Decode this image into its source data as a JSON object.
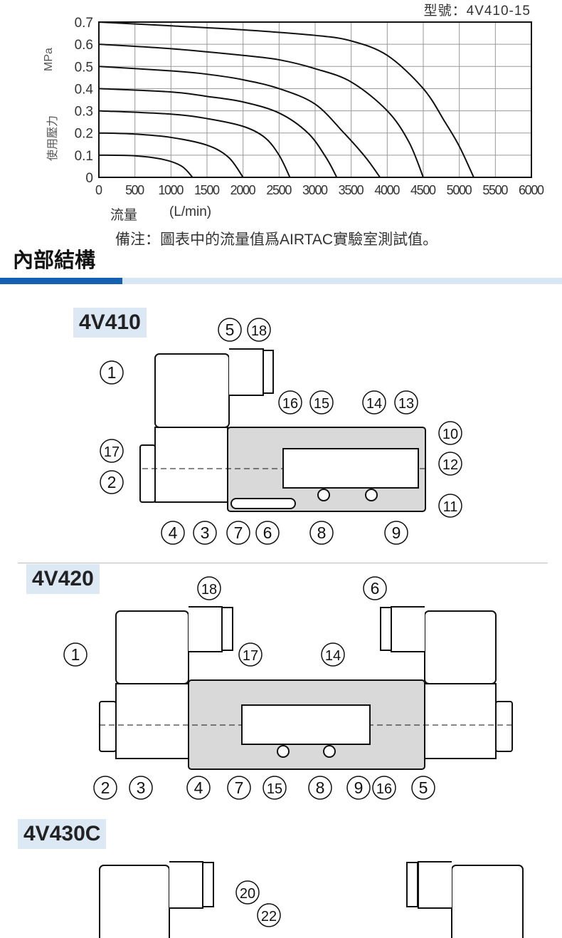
{
  "model_label": "型號：4V410-15",
  "chart_data": {
    "type": "line",
    "title": "型號：4V410-15",
    "xlabel": "流量",
    "xunit": "(L/min)",
    "ylabel_unit": "MPa",
    "ylabel": "使用壓力",
    "xlim": [
      0,
      6000
    ],
    "ylim": [
      0,
      0.7
    ],
    "grid": true,
    "xticks": [
      "0",
      "500",
      "1000",
      "1500",
      "2000",
      "2500",
      "3000",
      "3500",
      "4000",
      "4500",
      "5000",
      "5500",
      "6000"
    ],
    "yticks": [
      "0",
      "0.1",
      "0.2",
      "0.3",
      "0.4",
      "0.5",
      "0.6",
      "0.7"
    ],
    "series": [
      {
        "name": "0.7 MPa",
        "points": [
          [
            0,
            0.7
          ],
          [
            1000,
            0.683
          ],
          [
            2000,
            0.665
          ],
          [
            3000,
            0.64
          ],
          [
            3500,
            0.615
          ],
          [
            4000,
            0.55
          ],
          [
            4500,
            0.4
          ],
          [
            4800,
            0.25
          ],
          [
            5000,
            0.14
          ],
          [
            5200,
            0
          ]
        ]
      },
      {
        "name": "0.6 MPa",
        "points": [
          [
            0,
            0.6
          ],
          [
            1000,
            0.58
          ],
          [
            2000,
            0.55
          ],
          [
            2500,
            0.53
          ],
          [
            3000,
            0.49
          ],
          [
            3500,
            0.43
          ],
          [
            4000,
            0.3
          ],
          [
            4300,
            0.16
          ],
          [
            4500,
            0
          ]
        ]
      },
      {
        "name": "0.5 MPa",
        "points": [
          [
            0,
            0.5
          ],
          [
            1000,
            0.48
          ],
          [
            1500,
            0.465
          ],
          [
            2000,
            0.44
          ],
          [
            2500,
            0.4
          ],
          [
            3000,
            0.33
          ],
          [
            3400,
            0.2
          ],
          [
            3700,
            0.09
          ],
          [
            3900,
            0
          ]
        ]
      },
      {
        "name": "0.4 MPa",
        "points": [
          [
            0,
            0.4
          ],
          [
            1000,
            0.385
          ],
          [
            1500,
            0.365
          ],
          [
            2000,
            0.34
          ],
          [
            2500,
            0.29
          ],
          [
            2900,
            0.2
          ],
          [
            3150,
            0.09
          ],
          [
            3300,
            0
          ]
        ]
      },
      {
        "name": "0.3 MPa",
        "points": [
          [
            0,
            0.3
          ],
          [
            1000,
            0.285
          ],
          [
            1500,
            0.265
          ],
          [
            2000,
            0.23
          ],
          [
            2300,
            0.18
          ],
          [
            2500,
            0.1
          ],
          [
            2650,
            0
          ]
        ]
      },
      {
        "name": "0.2 MPa",
        "points": [
          [
            0,
            0.2
          ],
          [
            500,
            0.195
          ],
          [
            1000,
            0.18
          ],
          [
            1500,
            0.145
          ],
          [
            1800,
            0.09
          ],
          [
            2000,
            0
          ]
        ]
      },
      {
        "name": "0.1 MPa",
        "points": [
          [
            0,
            0.1
          ],
          [
            500,
            0.097
          ],
          [
            900,
            0.08
          ],
          [
            1150,
            0.05
          ],
          [
            1300,
            0
          ]
        ]
      }
    ]
  },
  "note": "備注：圖表中的流量值爲AIRTAC實驗室測試值。",
  "section_title": "內部結構",
  "models": [
    {
      "name": "4V410",
      "callouts": [
        "5",
        "18",
        "1",
        "16",
        "15",
        "14",
        "13",
        "10",
        "17",
        "12",
        "2",
        "11",
        "4",
        "3",
        "7",
        "6",
        "8",
        "9"
      ]
    },
    {
      "name": "4V420",
      "callouts": [
        "18",
        "6",
        "1",
        "17",
        "14",
        "2",
        "3",
        "4",
        "7",
        "15",
        "8",
        "9",
        "16",
        "5"
      ]
    },
    {
      "name": "4V430C",
      "callouts": [
        "20",
        "22"
      ]
    }
  ],
  "colors": {
    "accent": "#1560b0",
    "accent_light": "#d9e6f4",
    "tag_bg": "#dce8f4",
    "body_fill": "#d9d9d9"
  }
}
